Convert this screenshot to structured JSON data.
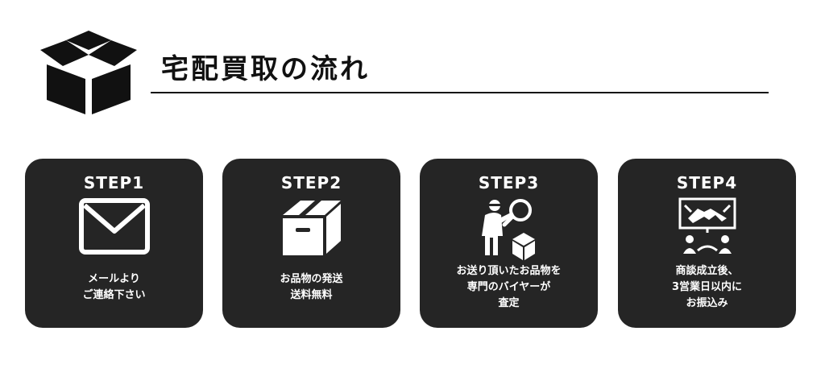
{
  "header": {
    "title": "宅配買取の流れ",
    "icon": "box-icon"
  },
  "steps": [
    {
      "label": "STEP1",
      "icon": "envelope-icon",
      "lines": [
        "メールより",
        "ご連絡下さい"
      ]
    },
    {
      "label": "STEP2",
      "icon": "cardboard-box-icon",
      "lines": [
        "お品物の発送",
        "送料無料"
      ]
    },
    {
      "label": "STEP3",
      "icon": "appraiser-magnifier-icon",
      "lines": [
        "お送り頂いたお品物を",
        "専門のバイヤーが",
        "査定"
      ]
    },
    {
      "label": "STEP4",
      "icon": "handshake-deal-icon",
      "lines": [
        "商談成立後、",
        "3営業日以内に",
        "お振込み"
      ]
    }
  ],
  "colors": {
    "card": "#252525",
    "text": "#ffffff",
    "heading": "#111111"
  }
}
